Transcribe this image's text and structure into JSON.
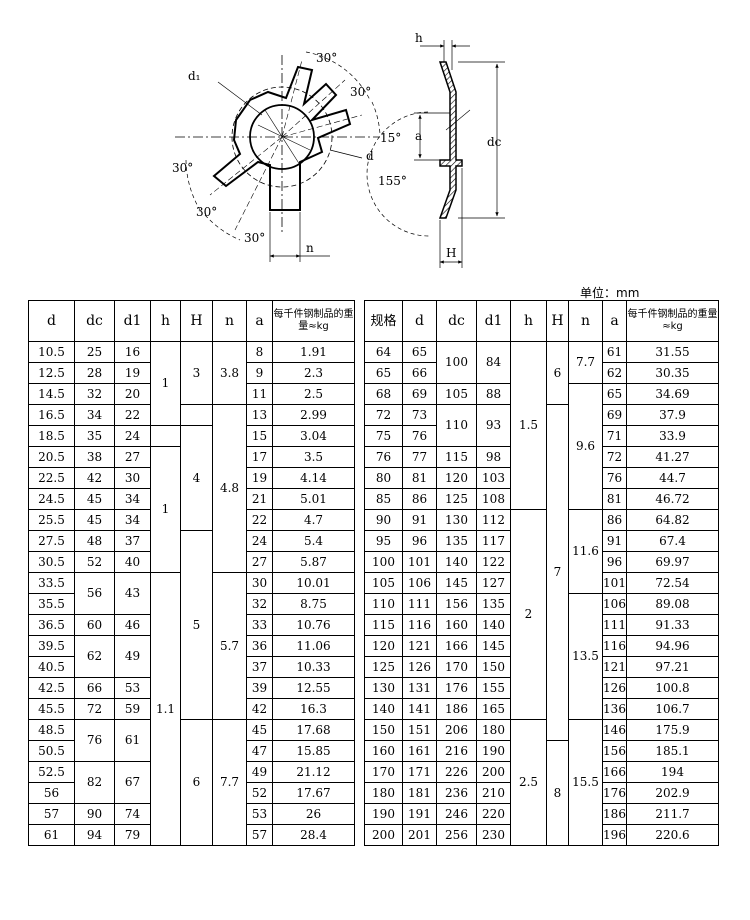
{
  "drawing": {
    "labels": {
      "d1": "d₁",
      "d": "d",
      "h": "h",
      "H": "H",
      "n": "n",
      "a": "a",
      "dc": "dc",
      "ang_30": "30°",
      "ang_15": "15°",
      "ang_155": "155°"
    }
  },
  "unit": "单位：mm",
  "left_table": {
    "headers": [
      "d",
      "dc",
      "d1",
      "h",
      "H",
      "n",
      "a",
      "每千件钢制品的重量≈kg"
    ],
    "rows": [
      {
        "d": "10.5",
        "dc": "25",
        "d1": "16",
        "a": "8",
        "w": "1.91"
      },
      {
        "d": "12.5",
        "dc": "28",
        "d1": "19",
        "a": "9",
        "w": "2.3"
      },
      {
        "d": "14.5",
        "dc": "32",
        "d1": "20",
        "a": "11",
        "w": "2.5"
      },
      {
        "d": "16.5",
        "dc": "34",
        "d1": "22",
        "a": "13",
        "w": "2.99"
      },
      {
        "d": "18.5",
        "dc": "35",
        "d1": "24",
        "a": "15",
        "w": "3.04"
      },
      {
        "d": "20.5",
        "dc": "38",
        "d1": "27",
        "a": "17",
        "w": "3.5"
      },
      {
        "d": "22.5",
        "dc": "42",
        "d1": "30",
        "a": "19",
        "w": "4.14"
      },
      {
        "d": "24.5",
        "dc": "45",
        "d1": "34",
        "a": "21",
        "w": "5.01"
      },
      {
        "d": "25.5",
        "dc": "45",
        "d1": "34",
        "a": "22",
        "w": "4.7"
      },
      {
        "d": "27.5",
        "dc": "48",
        "d1": "37",
        "a": "24",
        "w": "5.4"
      },
      {
        "d": "30.5",
        "dc": "52",
        "d1": "40",
        "a": "27",
        "w": "5.87"
      },
      {
        "d": "33.5",
        "a": "30",
        "w": "10.01"
      },
      {
        "d": "35.5",
        "a": "32",
        "w": "8.75"
      },
      {
        "d": "36.5",
        "dc": "60",
        "d1": "46",
        "a": "33",
        "w": "10.76"
      },
      {
        "d": "39.5",
        "a": "36",
        "w": "11.06"
      },
      {
        "d": "40.5",
        "a": "37",
        "w": "10.33"
      },
      {
        "d": "42.5",
        "dc": "66",
        "d1": "53",
        "a": "39",
        "w": "12.55"
      },
      {
        "d": "45.5",
        "dc": "72",
        "d1": "59",
        "a": "42",
        "w": "16.3"
      },
      {
        "d": "48.5",
        "a": "45",
        "w": "17.68"
      },
      {
        "d": "50.5",
        "a": "47",
        "w": "15.85"
      },
      {
        "d": "52.5",
        "a": "49",
        "w": "21.12"
      },
      {
        "d": "56",
        "a": "52",
        "w": "17.67"
      },
      {
        "d": "57",
        "dc": "90",
        "d1": "74",
        "a": "53",
        "w": "26"
      },
      {
        "d": "61",
        "dc": "94",
        "d1": "79",
        "a": "57",
        "w": "28.4"
      }
    ],
    "merged": {
      "dc_33": "56",
      "d1_33": "43",
      "dc_39": "62",
      "d1_39": "49",
      "dc_48": "76",
      "d1_48": "61",
      "dc_52": "82",
      "d1_52": "67",
      "h_a": "1",
      "h_b": "1",
      "h_c": "1.1",
      "H_a": "3",
      "H_b": "4",
      "H_c": "5",
      "H_d": "6",
      "n_a": "3.8",
      "n_b": "4.8",
      "n_c": "5.7",
      "n_d": "7.7"
    }
  },
  "right_table": {
    "headers": [
      "规格",
      "d",
      "dc",
      "d1",
      "h",
      "H",
      "n",
      "a",
      "每千件钢制品的重量≈kg"
    ],
    "rows": [
      {
        "s": "64",
        "d": "65",
        "a": "61",
        "w": "31.55"
      },
      {
        "s": "65",
        "d": "66",
        "a": "62",
        "w": "30.35"
      },
      {
        "s": "68",
        "d": "69",
        "dc": "105",
        "d1": "88",
        "a": "65",
        "w": "34.69"
      },
      {
        "s": "72",
        "d": "73",
        "a": "69",
        "w": "37.9"
      },
      {
        "s": "75",
        "d": "76",
        "a": "71",
        "w": "33.9"
      },
      {
        "s": "76",
        "d": "77",
        "dc": "115",
        "d1": "98",
        "a": "72",
        "w": "41.27"
      },
      {
        "s": "80",
        "d": "81",
        "dc": "120",
        "d1": "103",
        "a": "76",
        "w": "44.7"
      },
      {
        "s": "85",
        "d": "86",
        "dc": "125",
        "d1": "108",
        "a": "81",
        "w": "46.72"
      },
      {
        "s": "90",
        "d": "91",
        "dc": "130",
        "d1": "112",
        "a": "86",
        "w": "64.82"
      },
      {
        "s": "95",
        "d": "96",
        "dc": "135",
        "d1": "117",
        "a": "91",
        "w": "67.4"
      },
      {
        "s": "100",
        "d": "101",
        "dc": "140",
        "d1": "122",
        "a": "96",
        "w": "69.97"
      },
      {
        "s": "105",
        "d": "106",
        "dc": "145",
        "d1": "127",
        "a": "101",
        "w": "72.54"
      },
      {
        "s": "110",
        "d": "111",
        "dc": "156",
        "d1": "135",
        "a": "106",
        "w": "89.08"
      },
      {
        "s": "115",
        "d": "116",
        "dc": "160",
        "d1": "140",
        "a": "111",
        "w": "91.33"
      },
      {
        "s": "120",
        "d": "121",
        "dc": "166",
        "d1": "145",
        "a": "116",
        "w": "94.96"
      },
      {
        "s": "125",
        "d": "126",
        "dc": "170",
        "d1": "150",
        "a": "121",
        "w": "97.21"
      },
      {
        "s": "130",
        "d": "131",
        "dc": "176",
        "d1": "155",
        "a": "126",
        "w": "100.8"
      },
      {
        "s": "140",
        "d": "141",
        "dc": "186",
        "d1": "165",
        "a": "136",
        "w": "106.7"
      },
      {
        "s": "150",
        "d": "151",
        "dc": "206",
        "d1": "180",
        "a": "146",
        "w": "175.9"
      },
      {
        "s": "160",
        "d": "161",
        "dc": "216",
        "d1": "190",
        "a": "156",
        "w": "185.1"
      },
      {
        "s": "170",
        "d": "171",
        "dc": "226",
        "d1": "200",
        "a": "166",
        "w": "194"
      },
      {
        "s": "180",
        "d": "181",
        "dc": "236",
        "d1": "210",
        "a": "176",
        "w": "202.9"
      },
      {
        "s": "190",
        "d": "191",
        "dc": "246",
        "d1": "220",
        "a": "186",
        "w": "211.7"
      },
      {
        "s": "200",
        "d": "201",
        "dc": "256",
        "d1": "230",
        "a": "196",
        "w": "220.6"
      }
    ],
    "merged": {
      "dc_64": "100",
      "d1_64": "84",
      "dc_72": "110",
      "d1_72": "93",
      "h_a": "1.5",
      "h_b": "2",
      "h_c": "2.5",
      "H_a": "6",
      "H_b": "7",
      "H_c": "8",
      "n_a": "7.7",
      "n_b": "9.6",
      "n_c": "11.6",
      "n_d": "13.5",
      "n_e": "15.5"
    }
  }
}
